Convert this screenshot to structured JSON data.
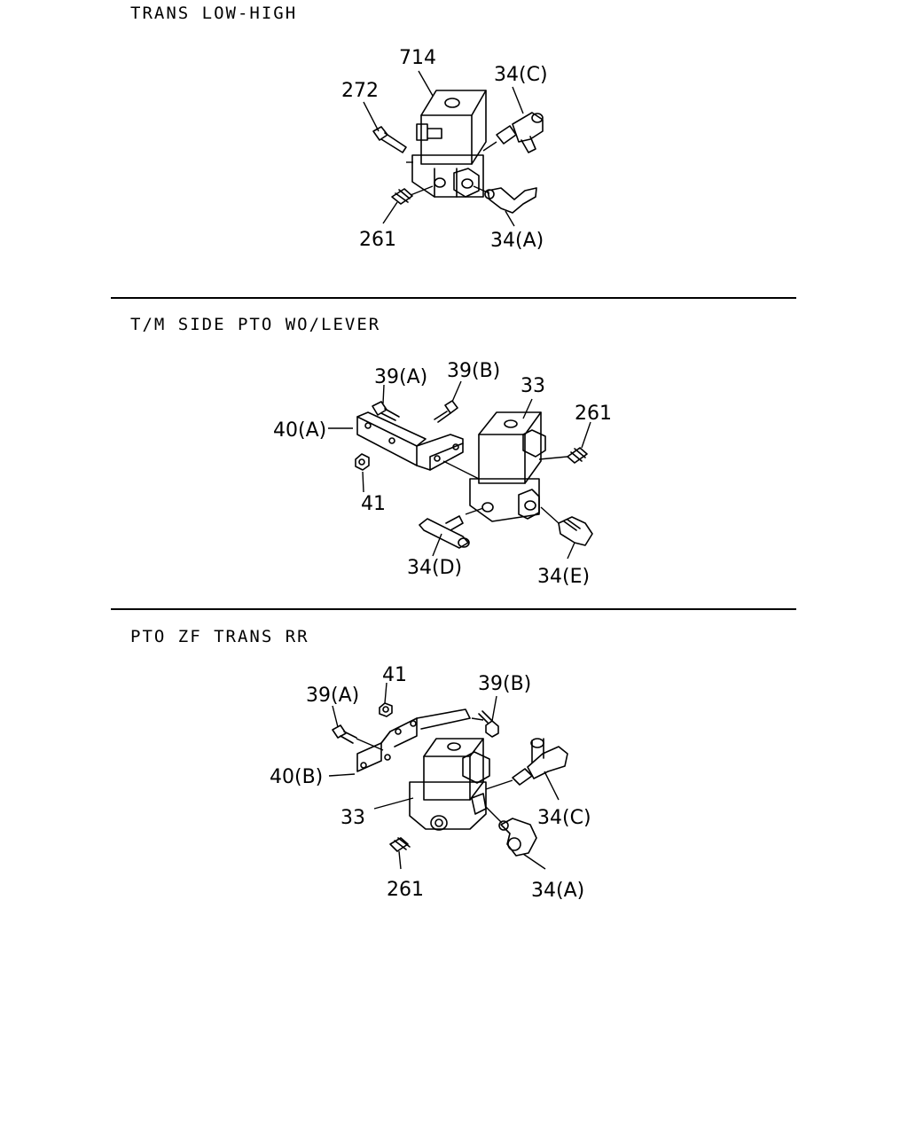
{
  "sections": [
    {
      "title": "TRANS LOW-HIGH",
      "callouts": {
        "c714": "714",
        "c272": "272",
        "c34c": "34(C)",
        "c261": "261",
        "c34a": "34(A)"
      }
    },
    {
      "title": "T/M SIDE PTO WO/LEVER",
      "callouts": {
        "c39a": "39(A)",
        "c39b": "39(B)",
        "c33": "33",
        "c261": "261",
        "c40a": "40(A)",
        "c41": "41",
        "c34d": "34(D)",
        "c34e": "34(E)"
      }
    },
    {
      "title": "PTO ZF TRANS RR",
      "callouts": {
        "c39a": "39(A)",
        "c41": "41",
        "c39b": "39(B)",
        "c40b": "40(B)",
        "c33": "33",
        "c34c": "34(C)",
        "c261": "261",
        "c34a": "34(A)"
      }
    }
  ]
}
